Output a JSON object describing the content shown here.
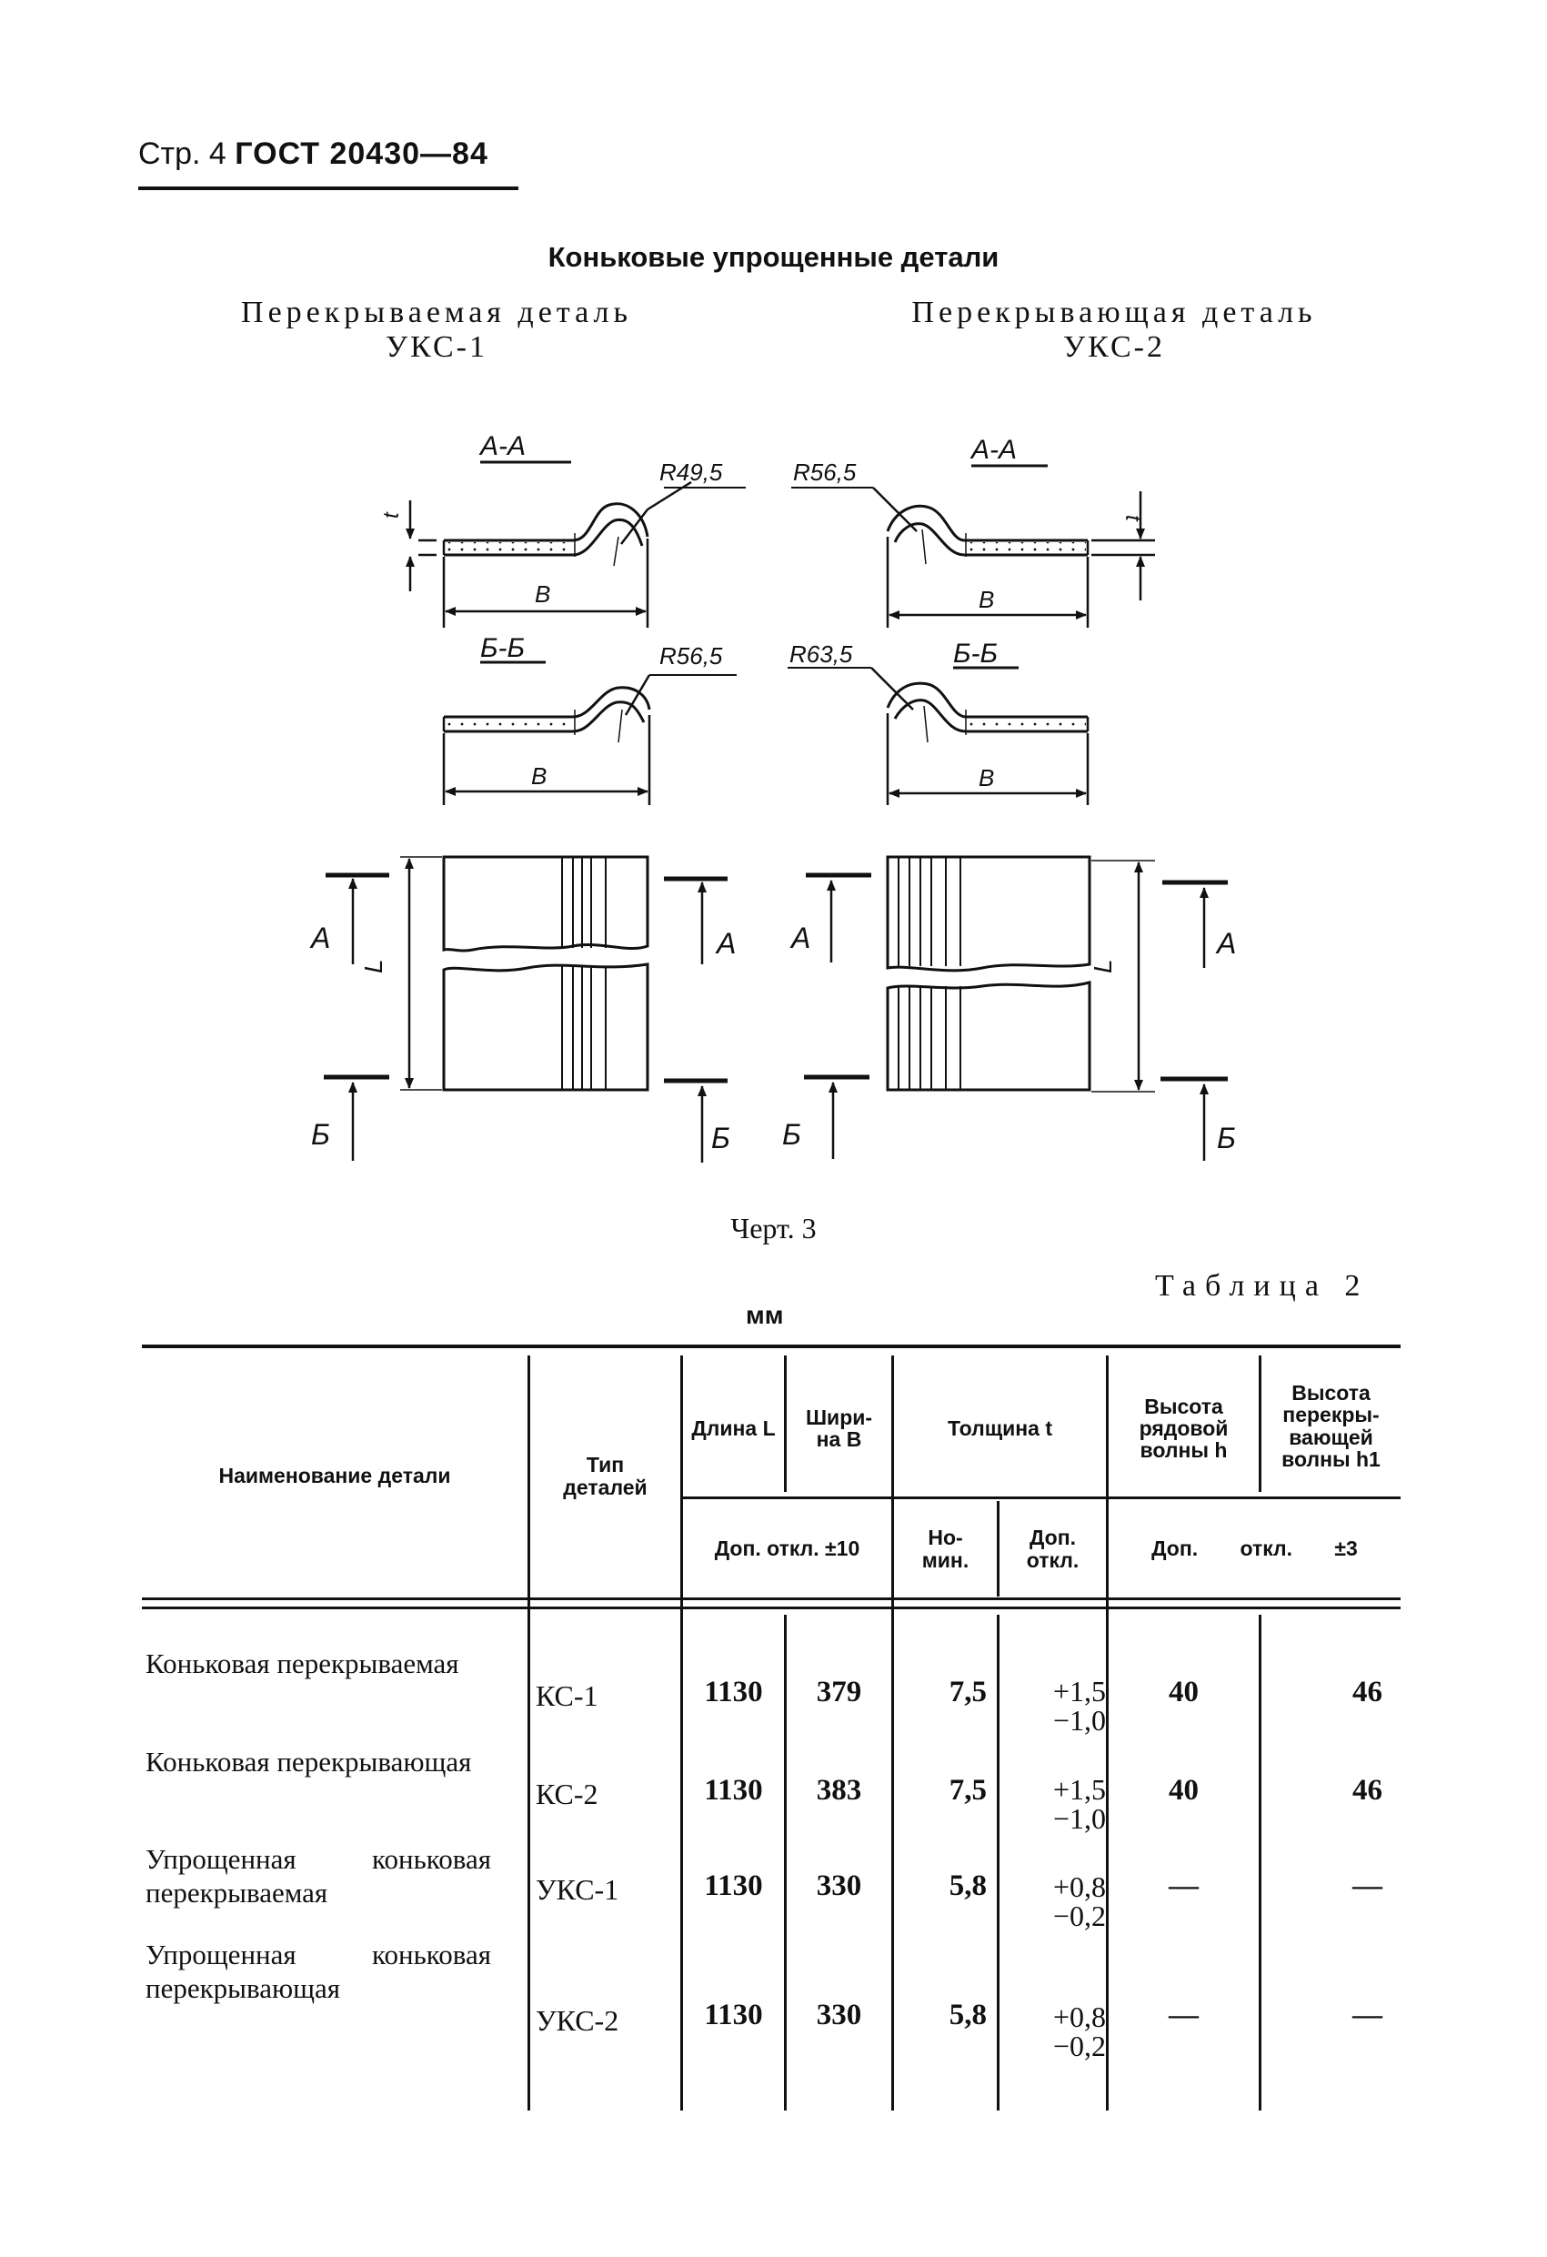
{
  "header": {
    "page": "Стр. 4",
    "standard": "ГОСТ 20430—84"
  },
  "section_title": "Коньковые упрощенные детали",
  "left_part": {
    "title": "Перекрываемая деталь",
    "code": "УКС-1"
  },
  "right_part": {
    "title": "Перекрывающая деталь",
    "code": "УКС-2"
  },
  "drawing": {
    "left": {
      "section_aa": "А-А",
      "section_bb": "Б-Б",
      "radius_top": "R49,5",
      "radius_bottom": "R56,5",
      "dim_t": "t",
      "dim_b": "В",
      "dim_l": "L",
      "mark_a": "А",
      "mark_b": "Б"
    },
    "right": {
      "section_aa": "А-А",
      "section_bb": "Б-Б",
      "radius_top": "R56,5",
      "radius_bottom": "R63,5",
      "dim_t": "t",
      "dim_b": "В",
      "dim_l": "L",
      "mark_a": "А",
      "mark_b": "Б"
    }
  },
  "caption": "Черт. 3",
  "table_label": "Таблица 2",
  "units": "мм",
  "table": {
    "headers": {
      "name": "Наименование детали",
      "type": "Тип деталей",
      "length": "Длина L",
      "width": "Шири-на В",
      "thickness": "Толщина t",
      "wave_h": "Высота рядовой волны h",
      "wave_h1": "Высота перекры-вающей волны h1",
      "tol_lw": "Доп. откл. ±10",
      "nominal": "Но-мин.",
      "tol_t": "Доп. откл.",
      "tol_h": "Доп. откл. ±3"
    },
    "rows": [
      {
        "name": "Коньковая перекрываемая",
        "type": "КС-1",
        "length": "1130",
        "width": "379",
        "nominal": "7,5",
        "tol_plus": "+1,5",
        "tol_minus": "−1,0",
        "h": "40",
        "h1": "46"
      },
      {
        "name": "Коньковая перекрывающая",
        "type": "КС-2",
        "length": "1130",
        "width": "383",
        "nominal": "7,5",
        "tol_plus": "+1,5",
        "tol_minus": "−1,0",
        "h": "40",
        "h1": "46"
      },
      {
        "name": "Упрощенная коньковая перекрываемая",
        "type": "УКС-1",
        "length": "1130",
        "width": "330",
        "nominal": "5,8",
        "tol_plus": "+0,8",
        "tol_minus": "−0,2",
        "h": "—",
        "h1": "—"
      },
      {
        "name": "Упрощенная коньковая перекрывающая",
        "type": "УКС-2",
        "length": "1130",
        "width": "330",
        "nominal": "5,8",
        "tol_plus": "+0,8",
        "tol_minus": "−0,2",
        "h": "—",
        "h1": "—"
      }
    ]
  }
}
